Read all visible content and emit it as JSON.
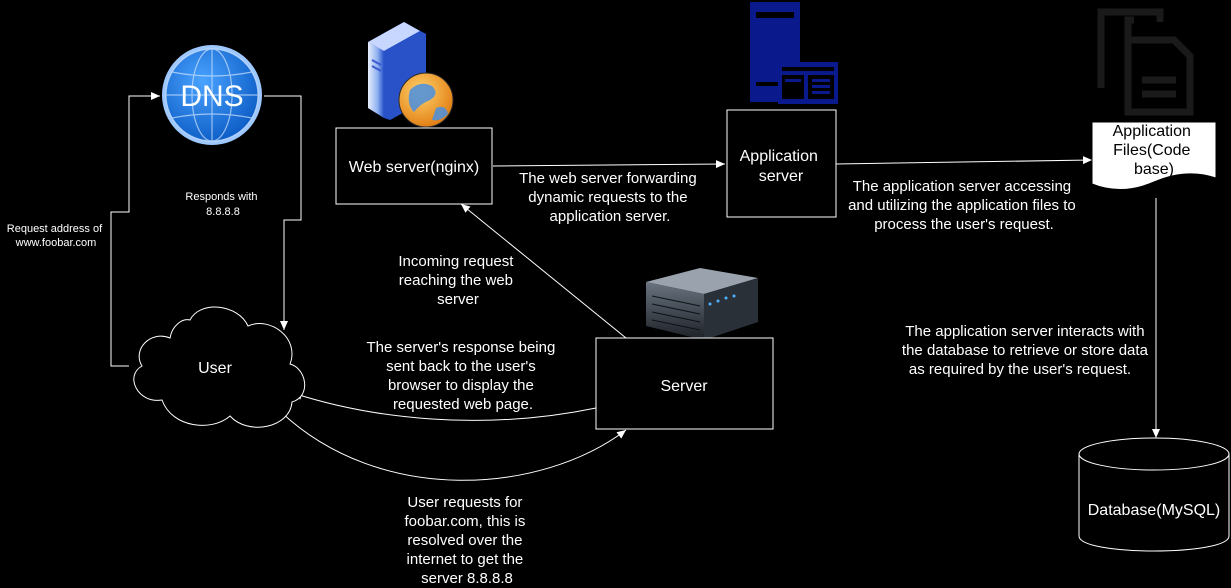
{
  "colors": {
    "background": "#000000",
    "line": "#ffffff",
    "text": "#ffffff",
    "dns_blue": "#1a73d9",
    "app_server_navy": "#0a1a8c"
  },
  "icons": {
    "dns": "globe-dns-icon",
    "web_server": "server-with-globe-icon",
    "application_server": "application-server-icon",
    "code_files": "documents-icon",
    "server": "rack-server-icon"
  },
  "nodes": {
    "dns": {
      "label": "DNS"
    },
    "web_server": {
      "label": "Web server(nginx)"
    },
    "application_server": {
      "label_lines": [
        "Application",
        "server"
      ]
    },
    "application_files": {
      "label_lines": [
        "Application",
        "Files(Code",
        "base)"
      ]
    },
    "user": {
      "label": "User"
    },
    "server": {
      "label": "Server"
    },
    "database": {
      "label": "Database(MySQL)"
    }
  },
  "edge_labels": {
    "request_address": [
      "Request address of",
      "www.foobar.com"
    ],
    "responds_with": [
      "Responds with",
      "8.8.8.8"
    ],
    "web_to_app": [
      "The web server forwarding",
      "dynamic requests to the",
      "application server."
    ],
    "app_to_files": [
      "The application server accessing",
      "and utilizing the application files to",
      "process the user's request."
    ],
    "incoming_request": [
      "Incoming request",
      "reaching the web",
      "server"
    ],
    "server_response": [
      "The server's response being",
      "sent back to the user's",
      "browser to display the",
      "requested web page."
    ],
    "user_requests": [
      "User requests for",
      "foobar.com, this is",
      "resolved over the",
      "internet to get the",
      "server 8.8.8.8"
    ],
    "app_to_db": [
      "The application server interacts with",
      "the database to retrieve or store data",
      "as required by the user's request."
    ]
  }
}
